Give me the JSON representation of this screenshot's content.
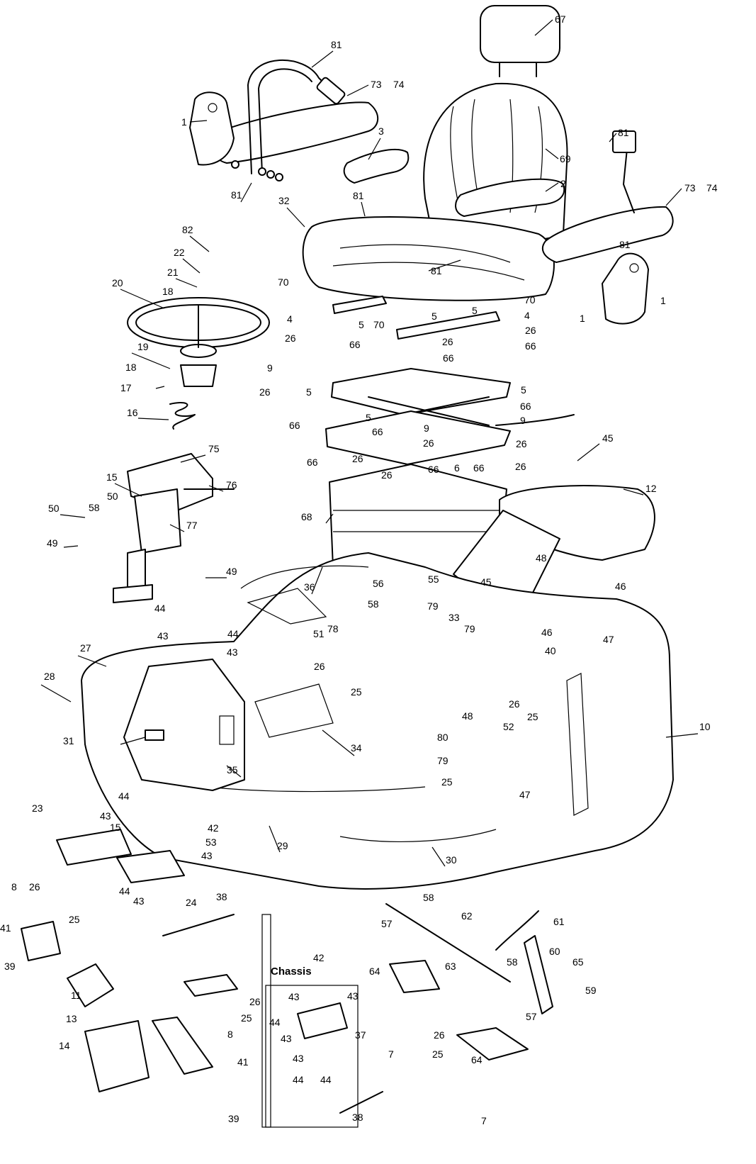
{
  "callouts": {
    "c1": "1",
    "c2": "2",
    "c3": "3",
    "c4": "4",
    "c5": "5",
    "c6": "6",
    "c7": "7",
    "c8": "8",
    "c9": "9",
    "c10": "10",
    "c11": "11",
    "c12": "12",
    "c13": "13",
    "c14": "14",
    "c15": "15",
    "c16": "16",
    "c17": "17",
    "c18": "18",
    "c19": "19",
    "c20": "20",
    "c21": "21",
    "c22": "22",
    "c23": "23",
    "c24": "24",
    "c25": "25",
    "c26": "26",
    "c27": "27",
    "c28": "28",
    "c29": "29",
    "c30": "30",
    "c31": "31",
    "c32": "32",
    "c33": "33",
    "c34": "34",
    "c35": "35",
    "c36": "36",
    "c37": "37",
    "c38": "38",
    "c39": "39",
    "c40": "40",
    "c41": "41",
    "c42": "42",
    "c43": "43",
    "c44": "44",
    "c45": "45",
    "c46": "46",
    "c47": "47",
    "c48": "48",
    "c49": "49",
    "c50": "50",
    "c51": "51",
    "c52": "52",
    "c53": "53",
    "c55": "55",
    "c56": "56",
    "c57": "57",
    "c58": "58",
    "c59": "59",
    "c60": "60",
    "c61": "61",
    "c62": "62",
    "c63": "63",
    "c64": "64",
    "c65": "65",
    "c66": "66",
    "c67": "67",
    "c68": "68",
    "c69": "69",
    "c70": "70",
    "c73": "73",
    "c74": "74",
    "c75": "75",
    "c76": "76",
    "c77": "77",
    "c78": "78",
    "c79": "79",
    "c80": "80",
    "c81": "81",
    "c82": "82"
  },
  "chassis_label": "Chassis"
}
